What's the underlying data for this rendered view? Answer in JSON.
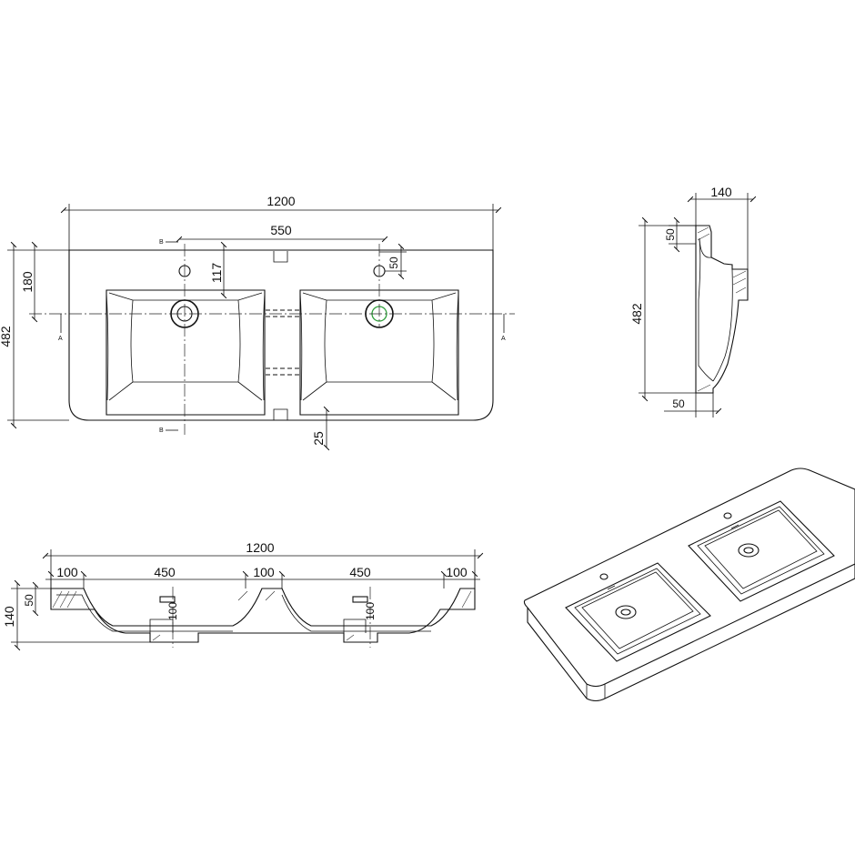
{
  "colors": {
    "line": "#111111",
    "background": "#ffffff",
    "overflow_highlight": "#2e9e3a"
  },
  "top_view": {
    "dim_total_width": "1200",
    "dim_tap_spacing": "550",
    "dim_depth": "482",
    "dim_back_offset": "180",
    "dim_tap_to_basin": "117",
    "dim_overflow": "50",
    "dim_front_gap": "25",
    "section_b": "B",
    "section_a": "A"
  },
  "front_section": {
    "dim_total_width": "1200",
    "dim_segments": [
      "100",
      "450",
      "100",
      "450",
      "100"
    ],
    "dim_height": "140",
    "dim_slab": "50",
    "dim_drain": "100"
  },
  "side_section": {
    "dim_top_depth": "140",
    "dim_slab": "50",
    "dim_depth": "482",
    "dim_front": "50"
  }
}
